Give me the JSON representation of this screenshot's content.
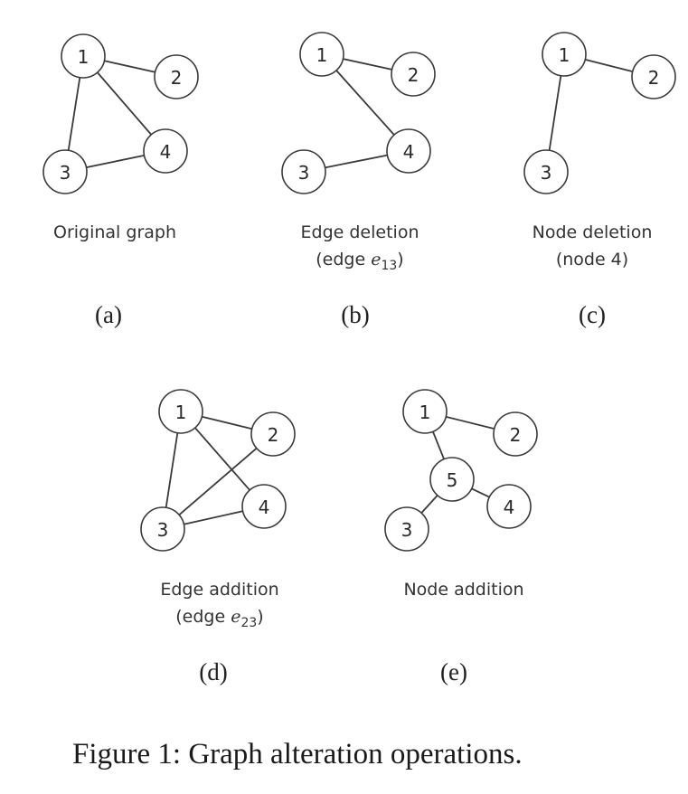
{
  "figure": {
    "caption": "Figure 1: Graph alteration operations."
  },
  "panels": [
    {
      "id": "a",
      "label": "(a)",
      "title": "Original graph",
      "subtitle": "",
      "nodes": [
        "1",
        "2",
        "3",
        "4"
      ],
      "edges": [
        [
          "1",
          "2"
        ],
        [
          "1",
          "3"
        ],
        [
          "1",
          "4"
        ],
        [
          "3",
          "4"
        ]
      ]
    },
    {
      "id": "b",
      "label": "(b)",
      "title": "Edge deletion",
      "subtitle_prefix": "(edge ",
      "subtitle_var": "e",
      "subtitle_sub": "13",
      "subtitle_suffix": ")",
      "nodes": [
        "1",
        "2",
        "3",
        "4"
      ],
      "edges": [
        [
          "1",
          "2"
        ],
        [
          "1",
          "4"
        ],
        [
          "3",
          "4"
        ]
      ]
    },
    {
      "id": "c",
      "label": "(c)",
      "title": "Node deletion",
      "subtitle": "(node 4)",
      "nodes": [
        "1",
        "2",
        "3"
      ],
      "edges": [
        [
          "1",
          "2"
        ],
        [
          "1",
          "3"
        ]
      ]
    },
    {
      "id": "d",
      "label": "(d)",
      "title": "Edge addition",
      "subtitle_prefix": "(edge ",
      "subtitle_var": "e",
      "subtitle_sub": "23",
      "subtitle_suffix": ")",
      "nodes": [
        "1",
        "2",
        "3",
        "4"
      ],
      "edges": [
        [
          "1",
          "2"
        ],
        [
          "1",
          "3"
        ],
        [
          "1",
          "4"
        ],
        [
          "3",
          "4"
        ],
        [
          "2",
          "3"
        ]
      ]
    },
    {
      "id": "e",
      "label": "(e)",
      "title": "Node addition",
      "subtitle": "",
      "nodes": [
        "1",
        "2",
        "3",
        "4",
        "5"
      ],
      "edges": [
        [
          "1",
          "2"
        ],
        [
          "1",
          "5"
        ],
        [
          "5",
          "3"
        ],
        [
          "5",
          "4"
        ]
      ]
    }
  ]
}
